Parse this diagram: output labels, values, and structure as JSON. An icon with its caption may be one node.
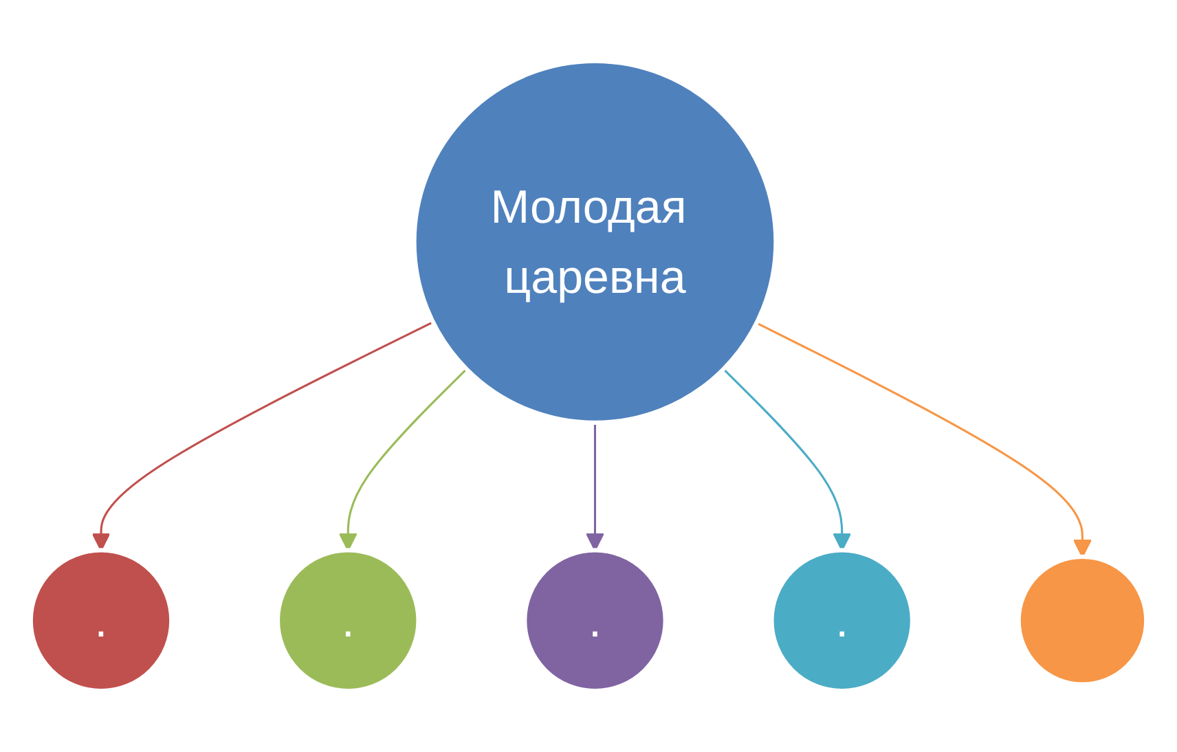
{
  "diagram": {
    "nodes": [
      {
        "text": [
          "Молодая царевна"
        ]
      },
      {
        "text": [
          "."
        ]
      },
      {
        "text": [
          "."
        ]
      },
      {
        "text": [
          "."
        ]
      },
      {
        "text": [
          "."
        ]
      },
      {
        "text": [],
        "shape": "circle"
      }
    ],
    "edges": [
      {
        "from": 0,
        "to": 1,
        "arrow": "to",
        "color": "#c0504d"
      },
      {
        "from": 0,
        "to": 2,
        "arrow": "to",
        "color": "#9bbb59"
      },
      {
        "from": 0,
        "to": 3,
        "arrow": "to",
        "color": "#8064a2"
      },
      {
        "from": 0,
        "to": 4,
        "arrow": "to",
        "color": "#4bacc6"
      },
      {
        "from": 0,
        "to": 5,
        "arrow": "to",
        "color": "#f79646"
      }
    ]
  }
}
